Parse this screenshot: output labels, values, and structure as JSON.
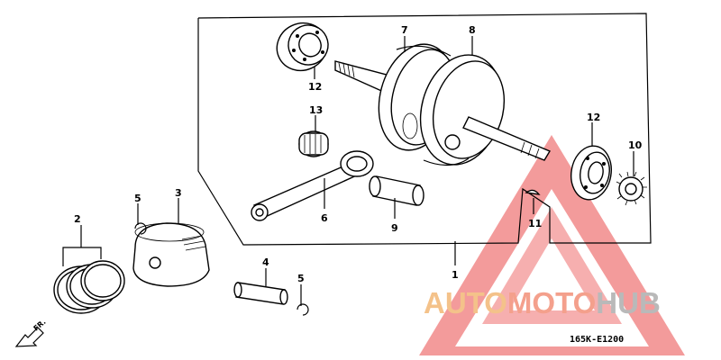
{
  "labels": {
    "p1": "1",
    "p2": "2",
    "p3": "3",
    "p4": "4",
    "p5a": "5",
    "p5b": "5",
    "p6": "6",
    "p7": "7",
    "p8": "8",
    "p9": "9",
    "p10": "10",
    "p11": "11",
    "p12a": "12",
    "p12b": "12",
    "p13": "13"
  },
  "diagram_code": "165K-E1200",
  "direction_label": "FR.",
  "watermark": {
    "part1": "AUTO",
    "part2": "MOTO",
    "part3": "HUB",
    "color1": "#f4c28a",
    "color2": "#f4a08c",
    "color3": "#b9b9b9",
    "triangle_color": "#f07a7a"
  }
}
